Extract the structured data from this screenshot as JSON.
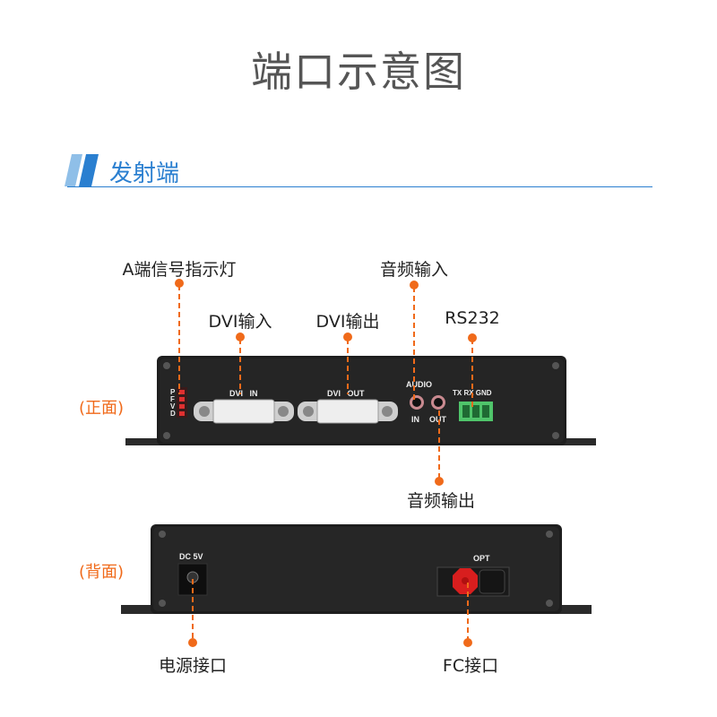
{
  "title": "端口示意图",
  "section": {
    "label": "发射端",
    "accent": "#2a7fd0"
  },
  "accent_orange": "#f06a1a",
  "front": {
    "side_label": "(正面)",
    "callouts": {
      "indicator": "A端信号指示灯",
      "dvi_in": "DVI输入",
      "dvi_out": "DVI输出",
      "audio_in": "音频输入",
      "rs232": "RS232",
      "audio_out": "音频输出"
    },
    "panel": {
      "leds": [
        "P",
        "F",
        "V",
        "D"
      ],
      "dvi_in": "DVI   IN",
      "dvi_out": "DVI   OUT",
      "audio": "AUDIO",
      "audio_in": "IN",
      "audio_out": "OUT",
      "rs232_pins": "TX RX GND"
    }
  },
  "back": {
    "side_label": "(背面)",
    "callouts": {
      "power": "电源接口",
      "fc": "FC接口"
    },
    "panel": {
      "dc": "DC 5V",
      "opt": "OPT"
    }
  }
}
